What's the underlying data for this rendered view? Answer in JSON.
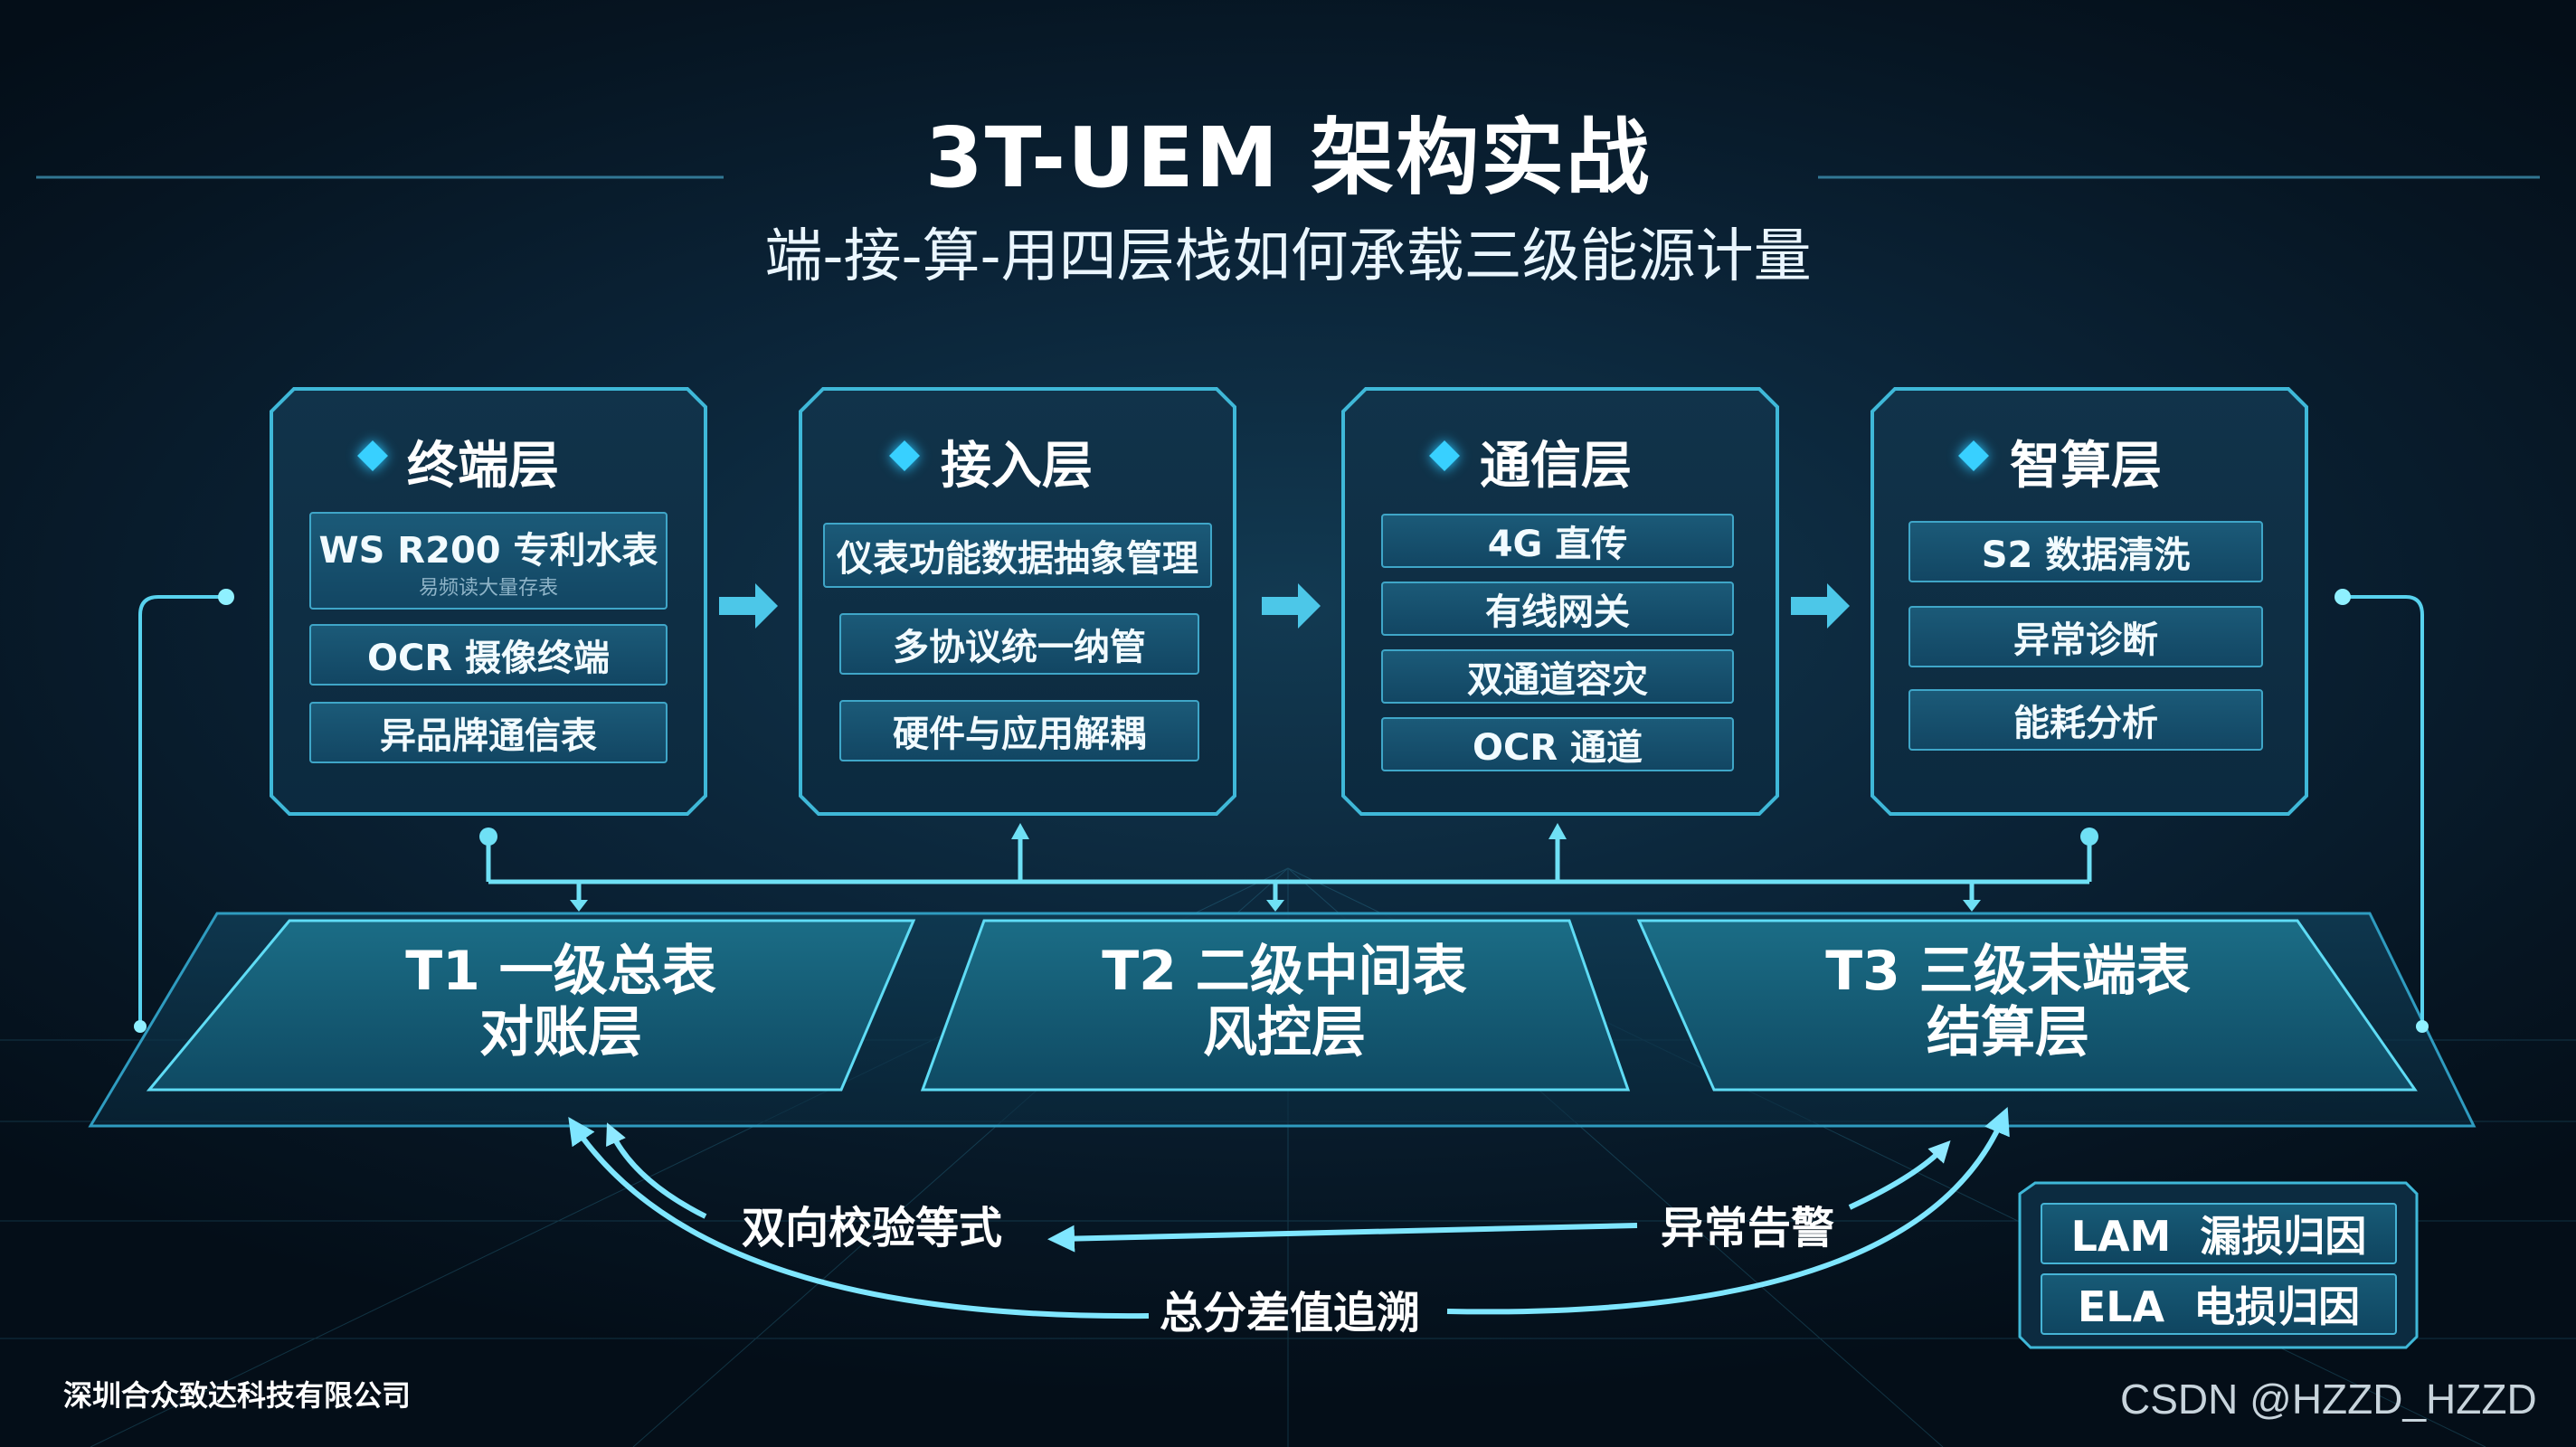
{
  "title": "3T-UEM 架构实战",
  "subtitle": "端-接-算-用四层栈如何承载三级能源计量",
  "colors": {
    "accent": "#38d0ff",
    "line": "#4fd6f0",
    "card_border": "#3fb8d8",
    "bg": "#0b2438"
  },
  "layers": [
    {
      "title": "终端层",
      "items": [
        "WS R200 专利水表",
        "OCR 摄像终端",
        "异品牌通信表"
      ],
      "item_sub": "易频读大量存表"
    },
    {
      "title": "接入层",
      "items": [
        "仪表功能数据抽象管理",
        "多协议统一纳管",
        "硬件与应用解耦"
      ]
    },
    {
      "title": "通信层",
      "items": [
        "4G 直传",
        "有线网关",
        "双通道容灾",
        "OCR 通道"
      ]
    },
    {
      "title": "智算层",
      "items": [
        "S2 数据清洗",
        "异常诊断",
        "能耗分析"
      ]
    }
  ],
  "tiers": [
    {
      "line1": "T1 一级总表",
      "line2": "对账层"
    },
    {
      "line1": "T2 二级中间表",
      "line2": "风控层"
    },
    {
      "line1": "T3 三级末端表",
      "line2": "结算层"
    }
  ],
  "flows": {
    "bidirectional": "双向校验等式",
    "alarm": "异常告警",
    "trace": "总分差值追溯"
  },
  "attribution": [
    "LAM  漏损归因",
    "ELA  电损归因"
  ],
  "footer": "深圳合众致达科技有限公司",
  "watermark": "CSDN @HZZD_HZZD"
}
